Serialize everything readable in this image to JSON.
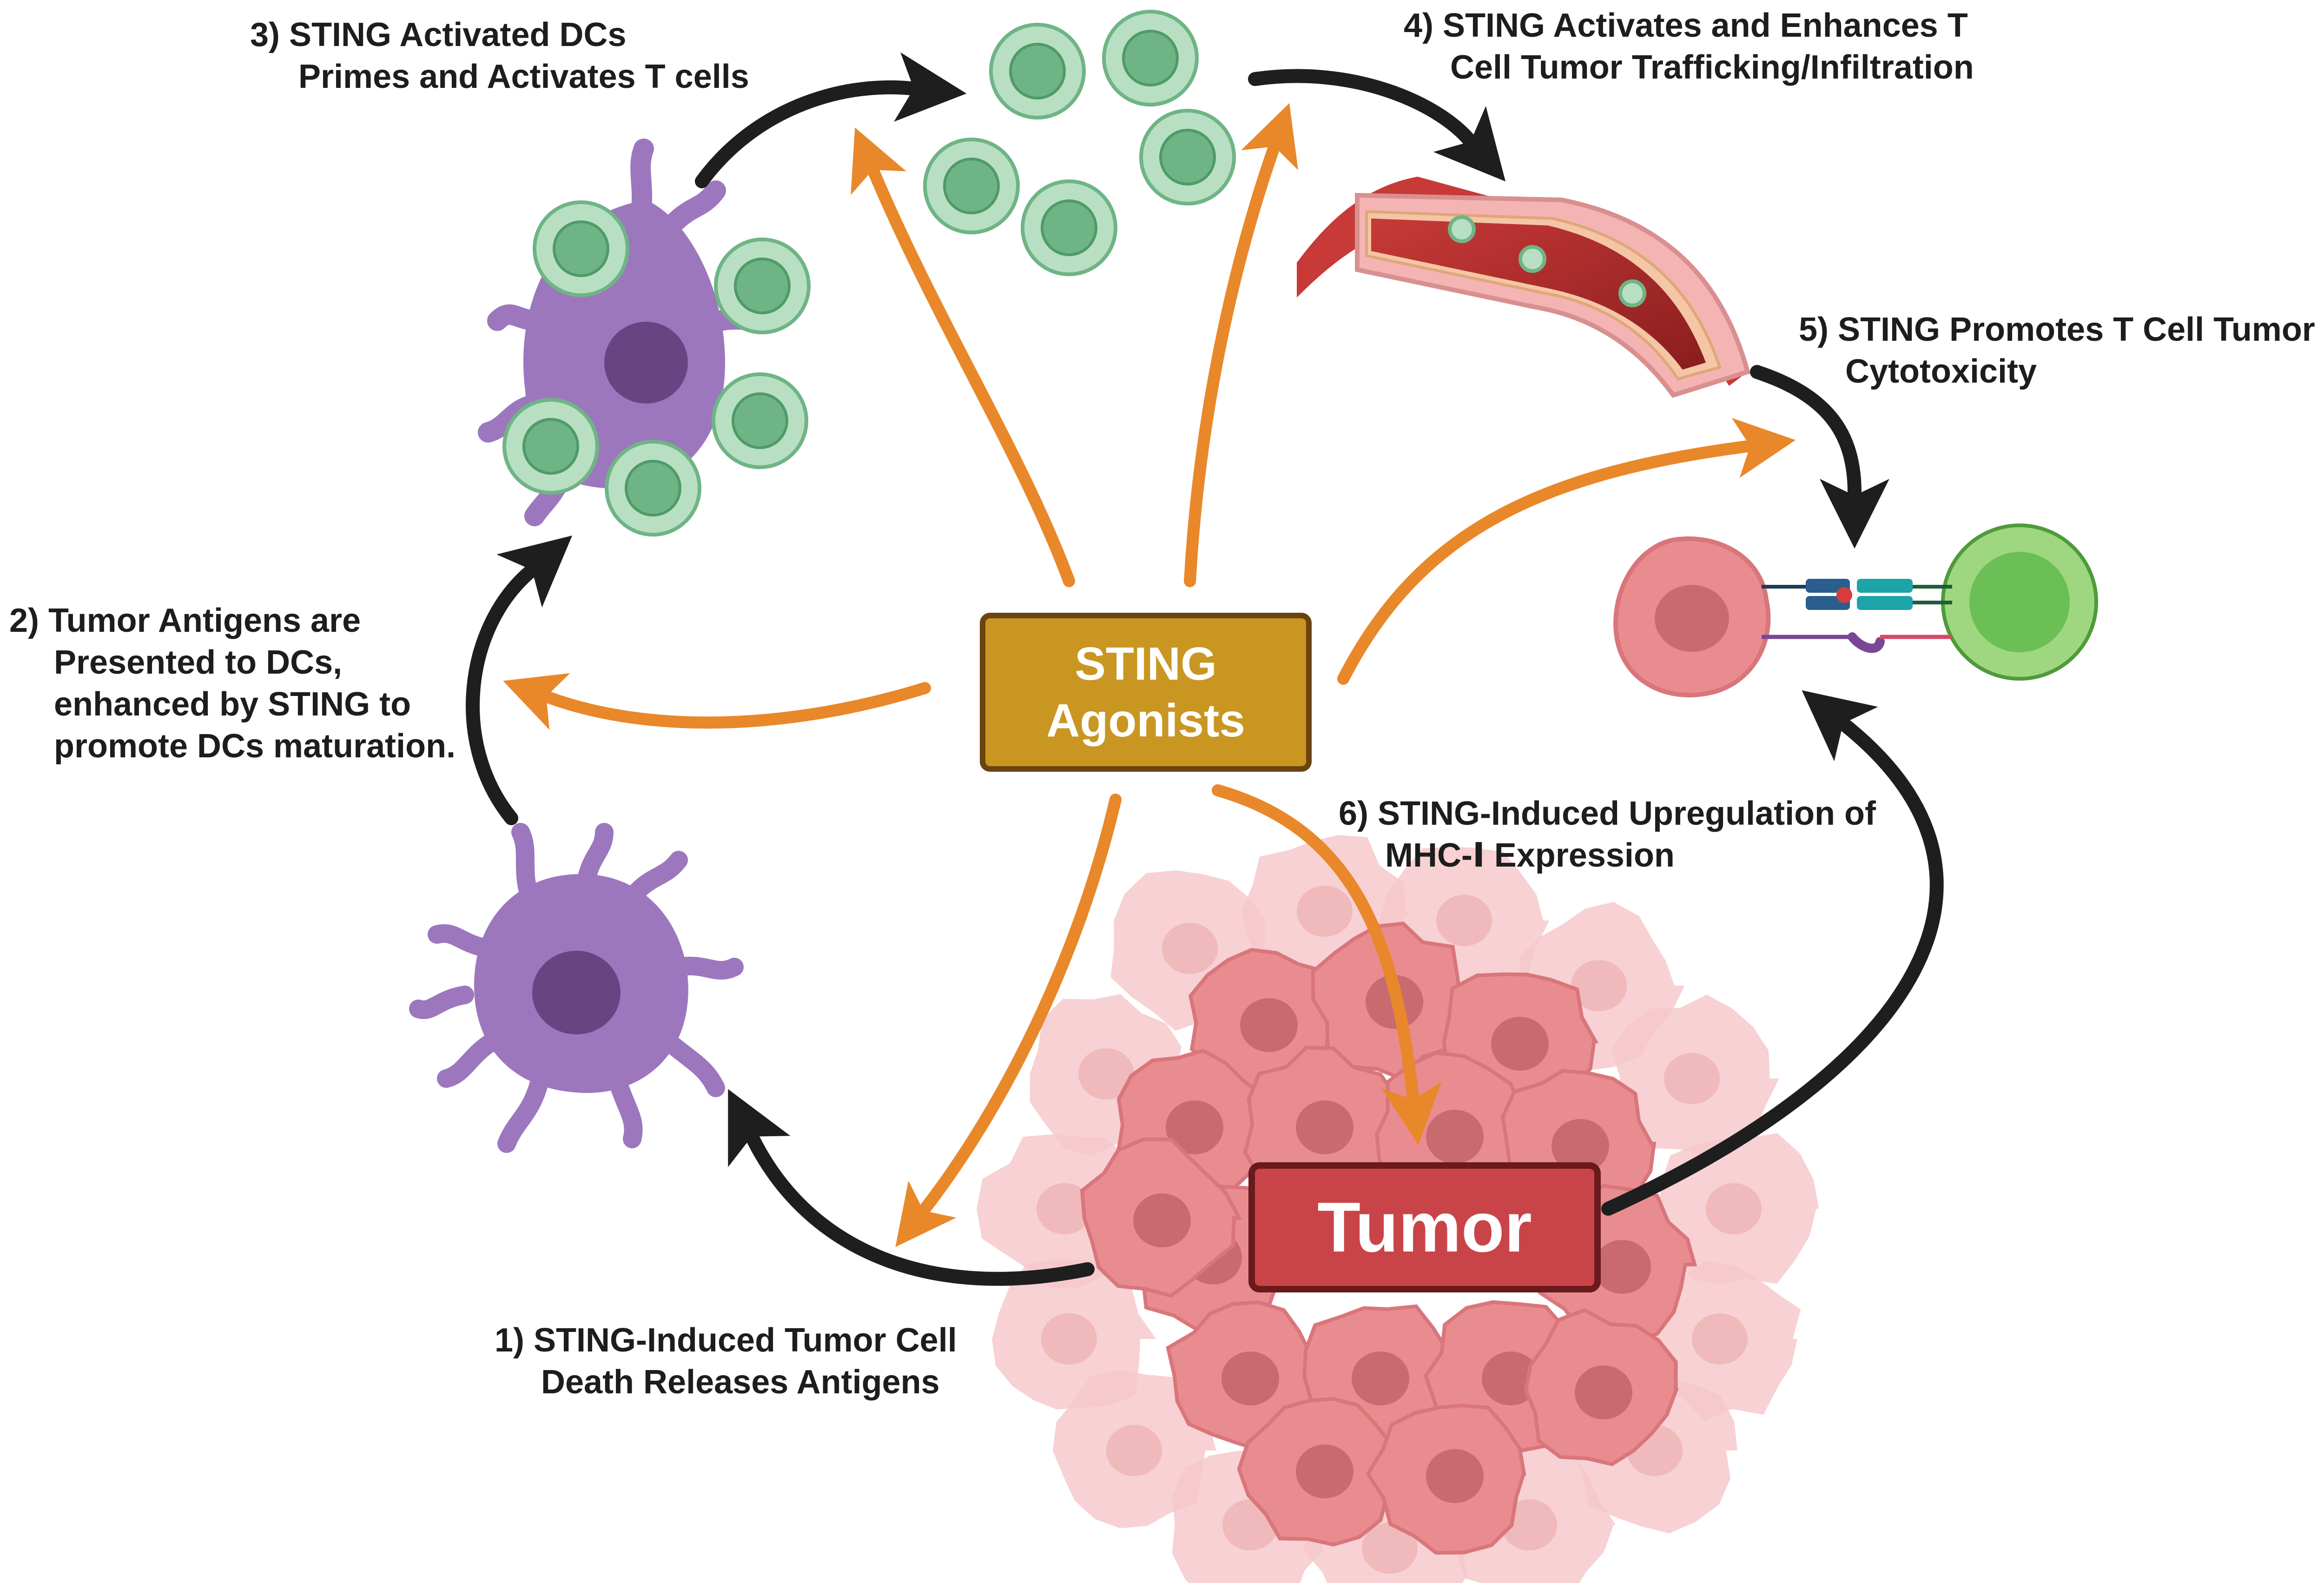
{
  "center": {
    "line1": "STING",
    "line2": "Agonists"
  },
  "tumor": {
    "label": "Tumor"
  },
  "steps": [
    {
      "num": "1)",
      "lines": [
        "STING-Induced Tumor Cell",
        "Death Releases Antigens"
      ]
    },
    {
      "num": "2)",
      "lines": [
        "Tumor Antigens are",
        "Presented to DCs,",
        "enhanced by STING to",
        "promote DCs maturation."
      ]
    },
    {
      "num": "3)",
      "lines": [
        "STING Activated DCs",
        "Primes and Activates T cells"
      ]
    },
    {
      "num": "4)",
      "lines": [
        "STING Activates and Enhances T",
        "Cell Tumor Trafficking/Infiltration"
      ]
    },
    {
      "num": "5)",
      "lines": [
        "STING Promotes T Cell Tumor",
        "Cytotoxicity"
      ]
    },
    {
      "num": "6)",
      "lines": [
        "STING-Induced Upregulation of",
        "MHC-Ⅰ Expression"
      ]
    }
  ],
  "colors": {
    "orange_arrow": "#e8882a",
    "black_arrow": "#1e1e1e",
    "dc_purple": "#9c77be",
    "dc_nucleus": "#6a4383",
    "tcell_outer": "#b9dfc2",
    "tcell_inner": "#6fb485",
    "tumor_pink": "#e98c90",
    "tumor_nucleus": "#c96a70",
    "vessel_red": "#a92a2b",
    "sting_box": "#c99622",
    "tumor_box": "#c94448"
  }
}
